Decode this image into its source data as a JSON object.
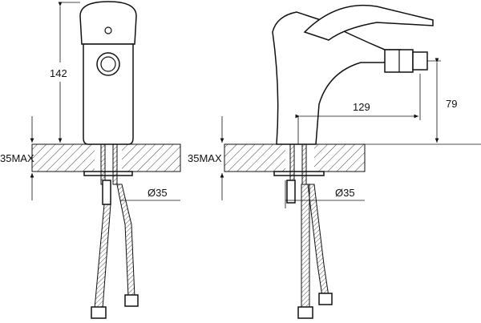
{
  "front_view": {
    "height_label": "142",
    "max_thickness_label": "35MAX",
    "hole_diameter_label": "Ø35"
  },
  "side_view": {
    "spout_reach_label": "129",
    "spout_height_label": "79",
    "max_thickness_label": "35MAX",
    "hole_diameter_label": "Ø35"
  }
}
